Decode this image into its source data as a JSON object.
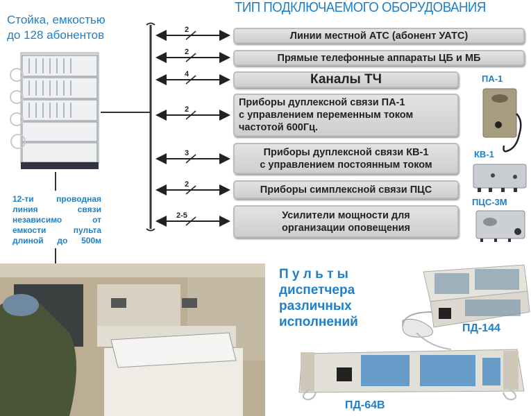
{
  "title": "ТИП ПОДКЛЮЧАЕМОГО ОБОРУДОВАНИЯ",
  "rack": {
    "title_line1": "Стойка, емкостью",
    "title_line2": "до 128 абонентов",
    "wire_note": "12-ти проводная линия связи независимо от емкости пульта длиной до 500м"
  },
  "connections": [
    {
      "wires": "2",
      "line1": "Линии местной АТС (абонент УАТС)"
    },
    {
      "wires": "2",
      "line1": "Прямые телефонные аппараты ЦБ и МБ"
    },
    {
      "wires": "4",
      "line1": "Каналы ТЧ"
    },
    {
      "wires": "2",
      "line1": "Приборы дуплексной связи ПА-1",
      "line2": "с управлением переменным током",
      "line3": "частотой 600Гц."
    },
    {
      "wires": "3",
      "line1": "Приборы дуплексной связи КВ-1",
      "line2": "с управлением постоянным током"
    },
    {
      "wires": "2",
      "line1": "Приборы симплексной связи ПЦС"
    },
    {
      "wires": "2-5",
      "line1": "Усилители мощности для",
      "line2": "организации оповещения"
    }
  ],
  "devices": [
    "ПА-1",
    "КВ-1",
    "ПЦС-3М"
  ],
  "consoles": {
    "title_line1": "П у л ь т ы",
    "title_line2": "диспетчера",
    "title_line3": "различных",
    "title_line4": "исполнений",
    "models": [
      "ПД-144",
      "ПД-64В"
    ]
  },
  "colors": {
    "accent": "#1f7fc8",
    "box": "#d8d6d8"
  }
}
